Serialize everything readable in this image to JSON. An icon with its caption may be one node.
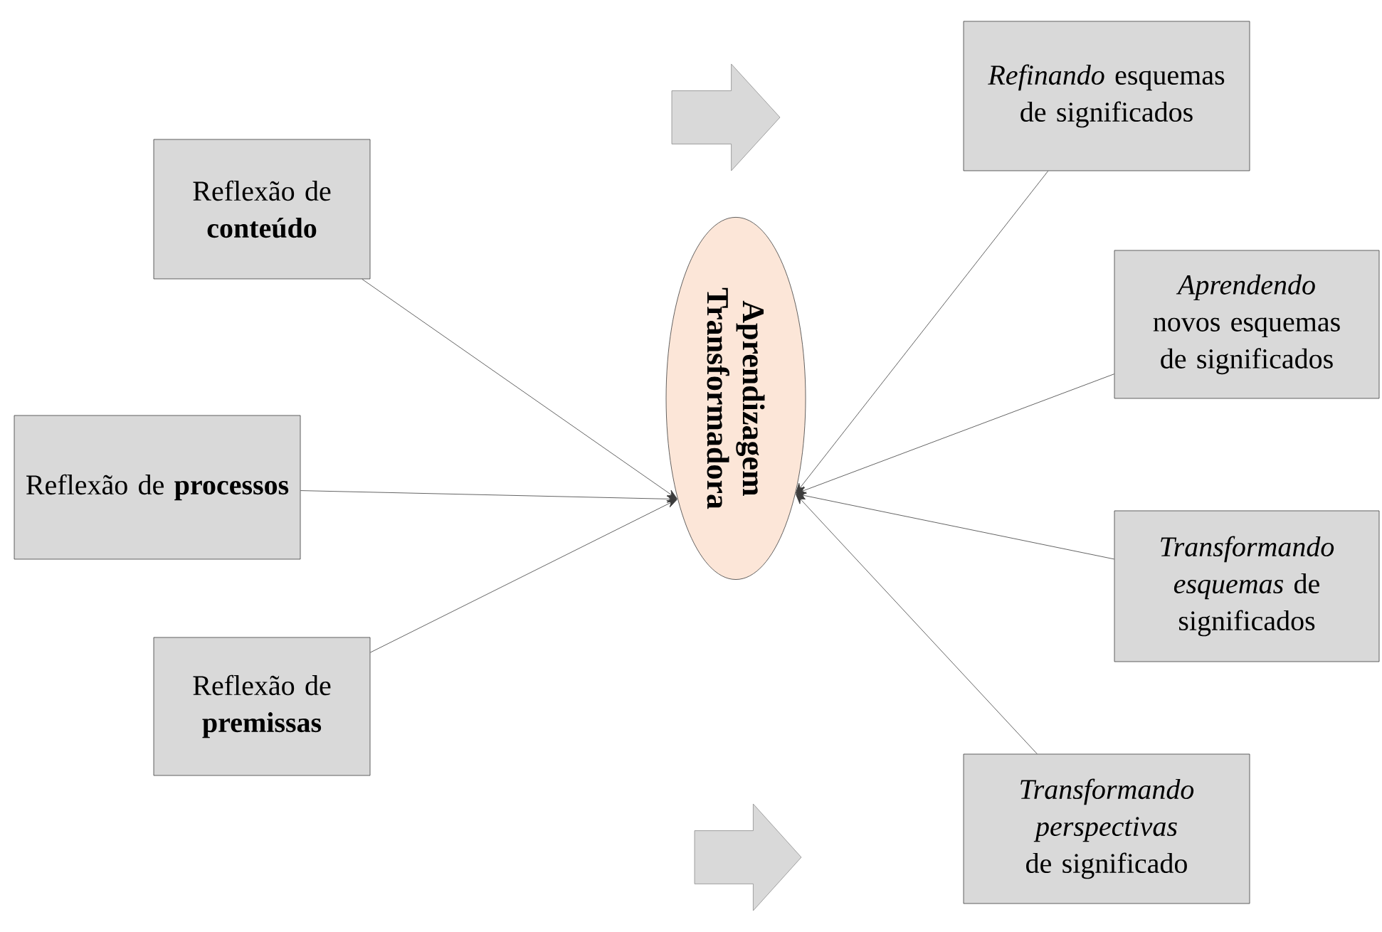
{
  "diagram": {
    "nodes": [
      {
        "text": [
          "Reflexão de **conteúdo**"
        ]
      },
      {
        "text": [
          "Reflexão de **processos**"
        ]
      },
      {
        "text": [
          "Reflexão de **premissas**"
        ]
      },
      {
        "text": [
          "Aprendizagem Transformadora"
        ]
      },
      {
        "text": [
          "*Refinando* esquemas de significados"
        ]
      },
      {
        "text": [
          "*Aprendendo* novos esquemas de significados"
        ]
      },
      {
        "text": [
          "*Transformando esquemas* de significados"
        ]
      },
      {
        "text": [
          "*Transformando perspectivas* de significado"
        ]
      }
    ],
    "edges": [
      {
        "from": 0,
        "to": 3,
        "arrow": "to"
      },
      {
        "from": 1,
        "to": 3,
        "arrow": "to"
      },
      {
        "from": 2,
        "to": 3,
        "arrow": "to"
      },
      {
        "from": 4,
        "to": 3,
        "arrow": "to"
      },
      {
        "from": 5,
        "to": 3,
        "arrow": "to"
      },
      {
        "from": 6,
        "to": 3,
        "arrow": "to"
      },
      {
        "from": 7,
        "to": 3,
        "arrow": "to"
      }
    ]
  }
}
